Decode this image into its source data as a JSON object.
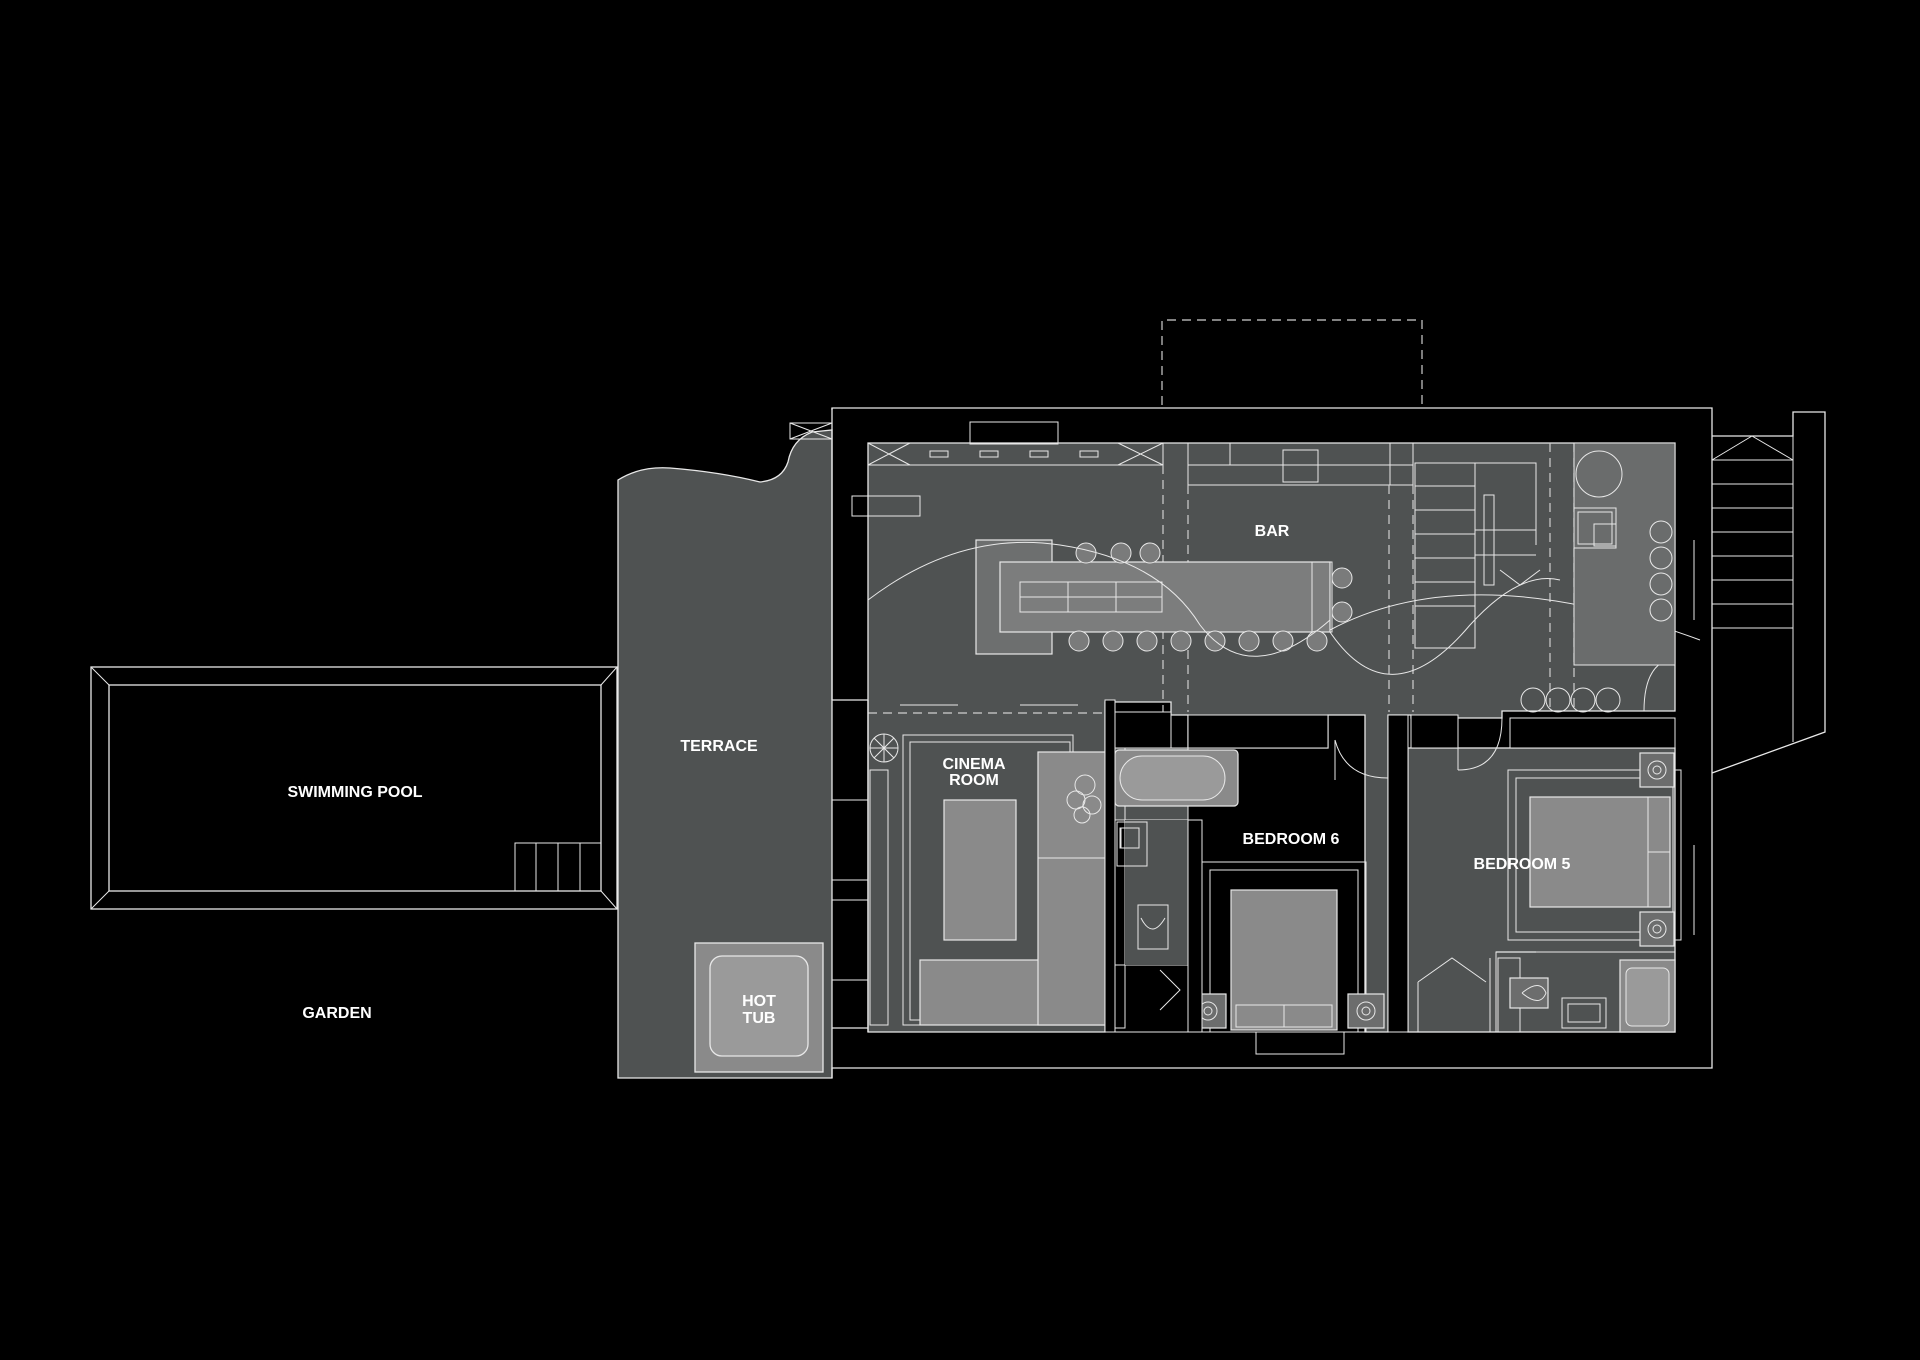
{
  "colors": {
    "background": "#000000",
    "room_fill": "#4f5252",
    "furniture_fill": "#8a8a8a",
    "line": "#e8e8e8"
  },
  "labels": {
    "swimming_pool": "SWIMMING POOL",
    "garden": "GARDEN",
    "terrace": "TERRACE",
    "hot_tub": [
      "HOT",
      "TUB"
    ],
    "cinema_room": [
      "CINEMA",
      "ROOM"
    ],
    "bar": "BAR",
    "bedroom_6": "BEDROOM 6",
    "bedroom_5": "BEDROOM 5"
  }
}
